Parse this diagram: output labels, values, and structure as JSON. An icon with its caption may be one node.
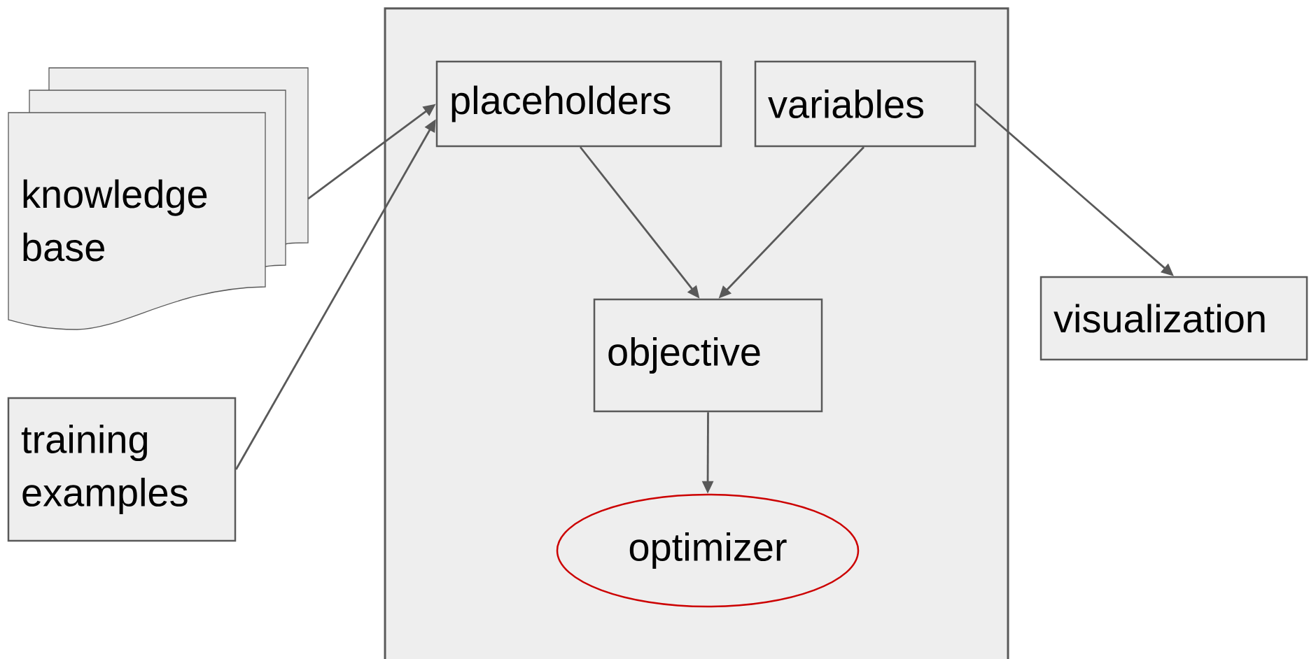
{
  "diagram": {
    "nodes": [
      {
        "text": [
          "knowledge base"
        ]
      },
      {
        "text": [
          "training examples"
        ]
      },
      {
        "text": [],
        "shape": "box"
      },
      {
        "text": [
          "placeholders"
        ],
        "in": 2
      },
      {
        "text": [
          "variables"
        ],
        "in": 2
      },
      {
        "text": [
          "objective"
        ],
        "in": 2
      },
      {
        "text": [
          "optimizer"
        ],
        "in": 2
      },
      {
        "text": [
          "visualization"
        ]
      }
    ],
    "edges": [
      {
        "from": 0,
        "to": 3,
        "arrow": "to"
      },
      {
        "from": 1,
        "to": 3,
        "arrow": "to"
      },
      {
        "from": 3,
        "to": 5,
        "arrow": "to"
      },
      {
        "from": 4,
        "to": 5,
        "arrow": "to"
      },
      {
        "from": 4,
        "to": 7,
        "arrow": "to"
      },
      {
        "from": 5,
        "to": 6,
        "arrow": "to"
      }
    ]
  }
}
